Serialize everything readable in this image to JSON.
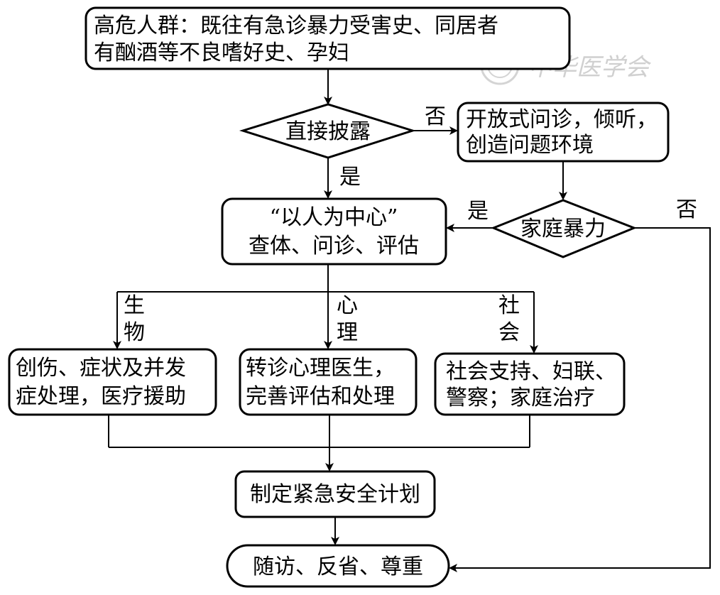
{
  "nodes": {
    "high_risk": {
      "line1": "高危人群：既往有急诊暴力受害史、同居者",
      "line2": "有酗酒等不良嗜好史、孕妇"
    },
    "direct_disclosure": {
      "label": "直接披露"
    },
    "open_inquiry": {
      "line1": "开放式问诊，倾听，",
      "line2": "创造问题环境"
    },
    "domestic_violence": {
      "label": "家庭暴力"
    },
    "person_centered": {
      "line1": "“以人为中心”",
      "line2": "查体、问诊、评估"
    },
    "biological": {
      "line1": "创伤、症状及并发",
      "line2": "症处理，医疗援助"
    },
    "psychological": {
      "line1": "转诊心理医生，",
      "line2": "完善评估和处理"
    },
    "social": {
      "line1": "社会支持、妇联、",
      "line2": "警察；家庭治疗"
    },
    "safety_plan": {
      "label": "制定紧急安全计划"
    },
    "followup": {
      "label": "随访、反省、尊重"
    }
  },
  "edge_labels": {
    "disclosure_no": "否",
    "disclosure_yes": "是",
    "violence_yes": "是",
    "violence_no": "否",
    "branch_bio": [
      "生",
      "物"
    ],
    "branch_psych": [
      "心",
      "理"
    ],
    "branch_social": [
      "社",
      "会"
    ]
  },
  "watermark": {
    "text": "中华医学会"
  }
}
